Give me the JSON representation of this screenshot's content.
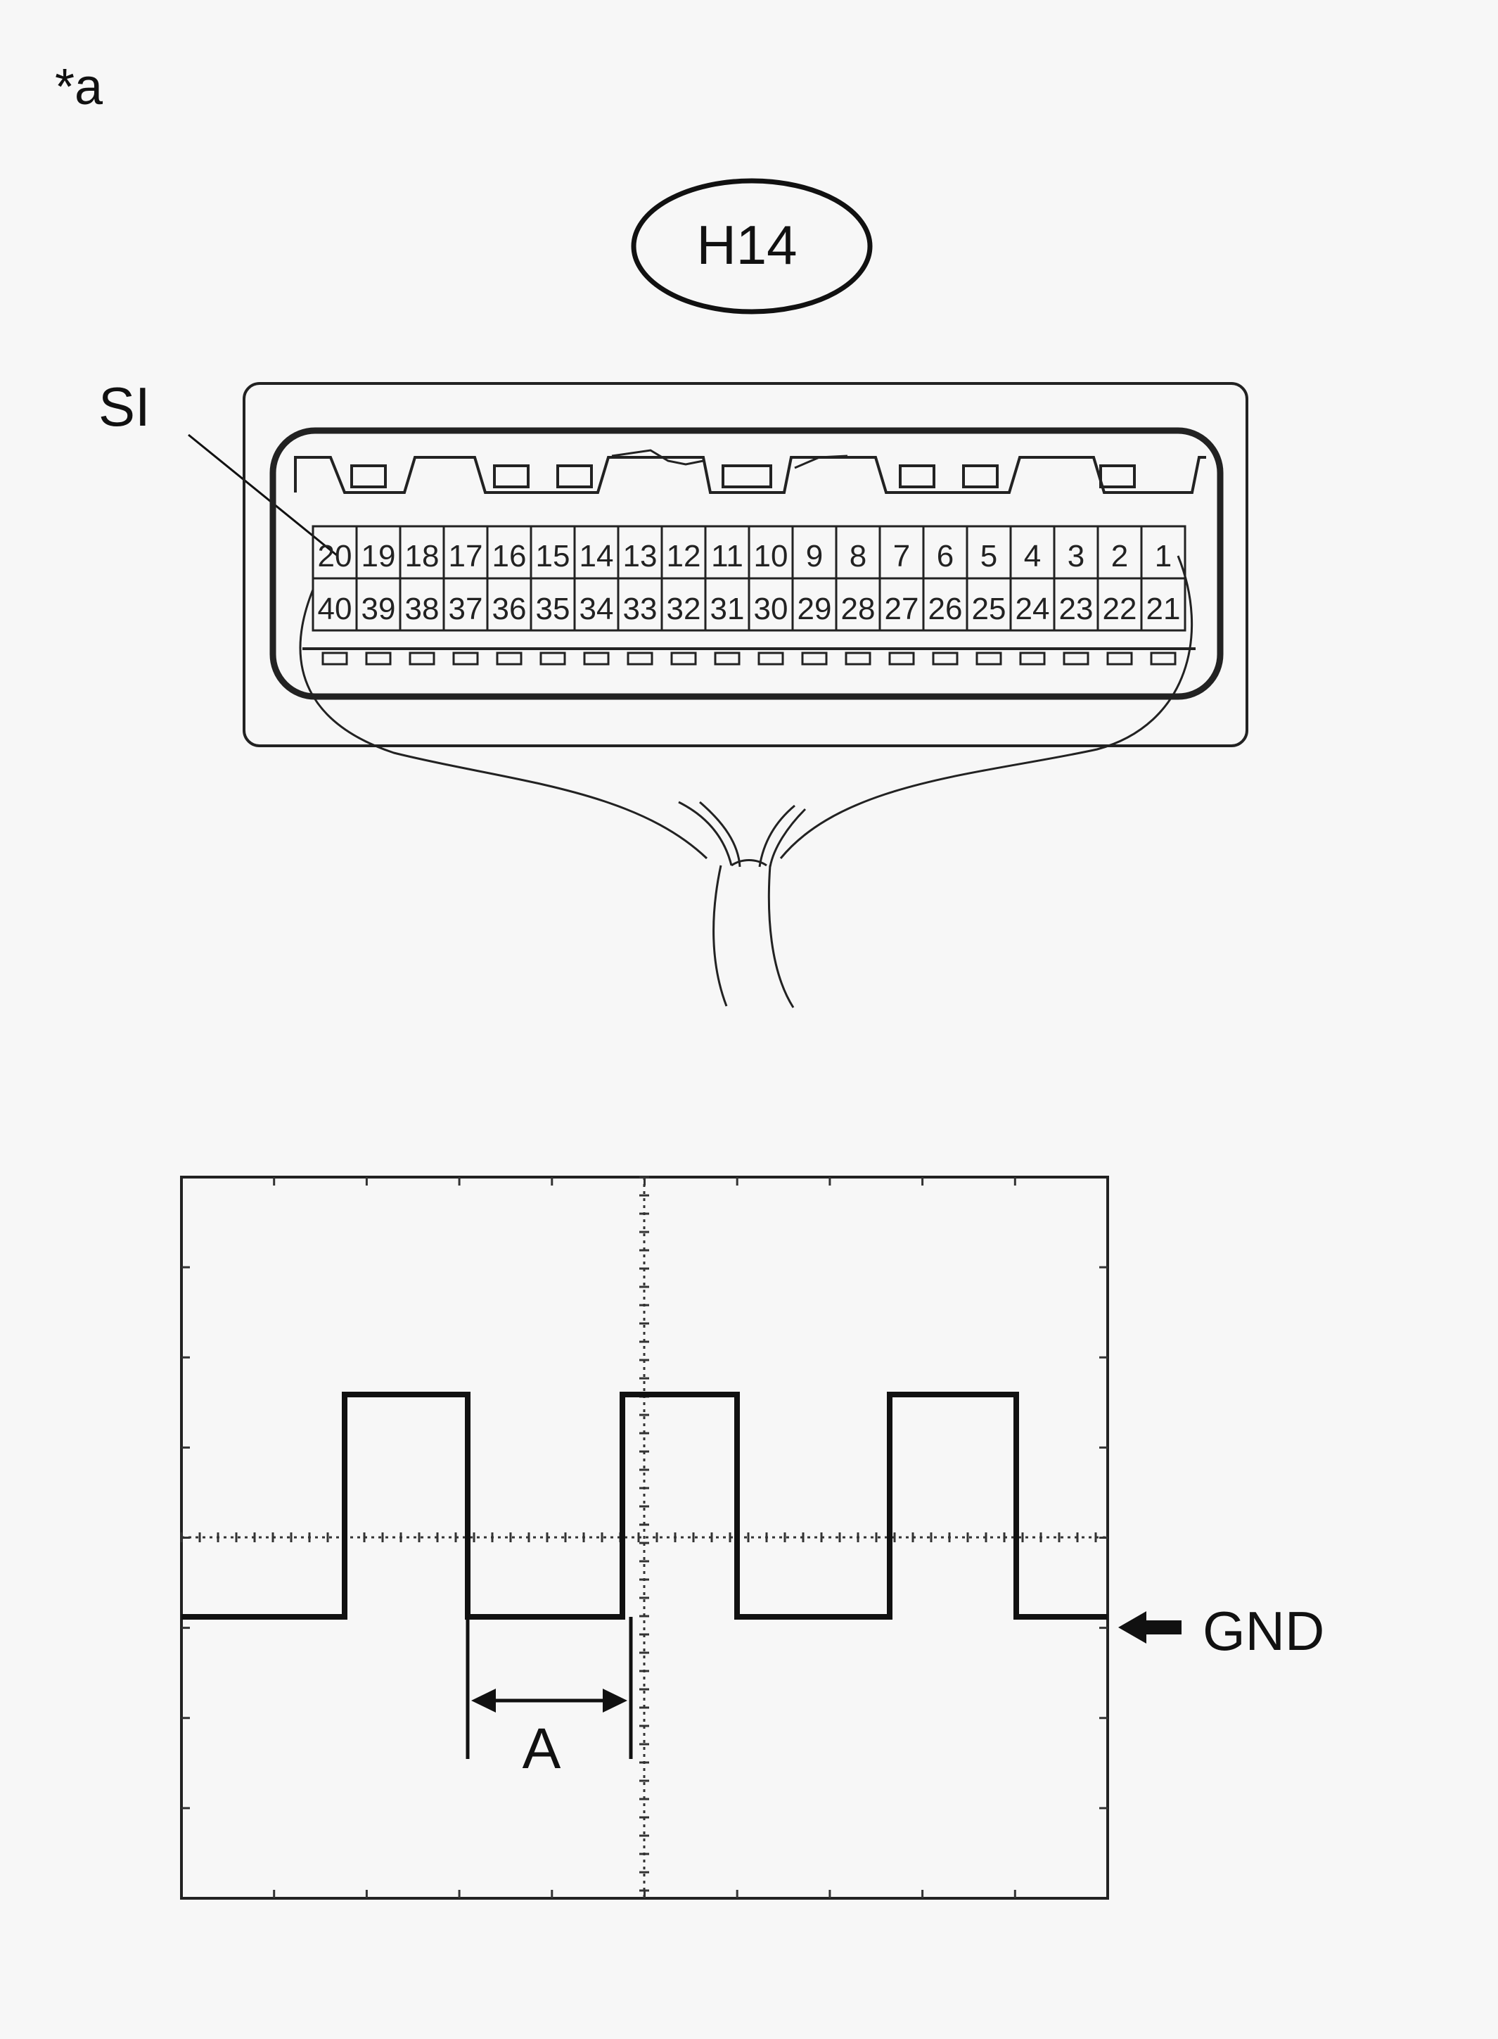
{
  "figure_label": "*a",
  "connector": {
    "id": "H14",
    "signal_label": "SI",
    "pins_top": [
      "20",
      "19",
      "18",
      "17",
      "16",
      "15",
      "14",
      "13",
      "12",
      "11",
      "10",
      "9",
      "8",
      "7",
      "6",
      "5",
      "4",
      "3",
      "2",
      "1"
    ],
    "pins_bottom": [
      "40",
      "39",
      "38",
      "37",
      "36",
      "35",
      "34",
      "33",
      "32",
      "31",
      "30",
      "29",
      "28",
      "27",
      "26",
      "25",
      "24",
      "23",
      "22",
      "21"
    ]
  },
  "waveform": {
    "ground_label": "GND",
    "interval_label": "A"
  }
}
